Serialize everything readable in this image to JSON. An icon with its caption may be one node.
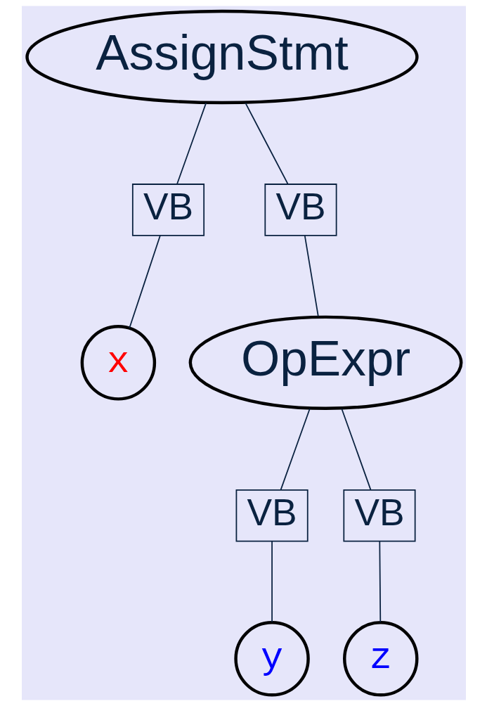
{
  "diagram": {
    "nodes": [
      {
        "text": [
          "AssignStmt"
        ]
      },
      {
        "text": [
          "VB"
        ]
      },
      {
        "text": [
          "VB"
        ]
      },
      {
        "text": [
          "x"
        ]
      },
      {
        "text": [
          "OpExpr"
        ]
      },
      {
        "text": [
          "VB"
        ]
      },
      {
        "text": [
          "VB"
        ]
      },
      {
        "text": [
          "y"
        ]
      },
      {
        "text": [
          "z"
        ]
      }
    ],
    "edges": [
      {
        "from": 0,
        "to": 1,
        "arrow": "none"
      },
      {
        "from": 0,
        "to": 2,
        "arrow": "none"
      },
      {
        "from": 1,
        "to": 3,
        "arrow": "none"
      },
      {
        "from": 2,
        "to": 4,
        "arrow": "none"
      },
      {
        "from": 4,
        "to": 5,
        "arrow": "none"
      },
      {
        "from": 4,
        "to": 6,
        "arrow": "none"
      },
      {
        "from": 5,
        "to": 7,
        "arrow": "none"
      },
      {
        "from": 6,
        "to": 8,
        "arrow": "none"
      }
    ]
  }
}
